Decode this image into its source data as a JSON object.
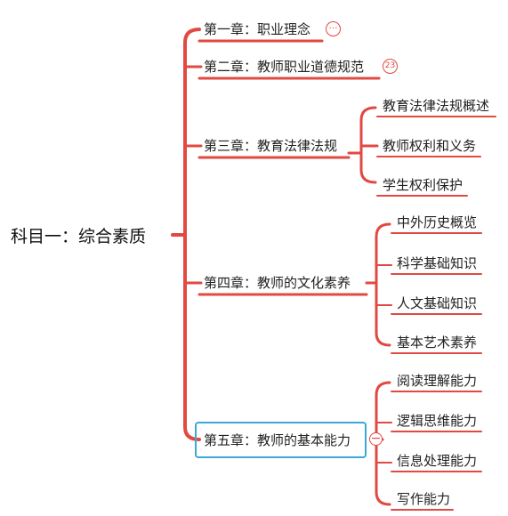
{
  "root": {
    "label": "科目一：综合素质"
  },
  "chapters": [
    {
      "label": "第一章：职业理念",
      "control": "…"
    },
    {
      "label": "第二章：教师职业道德规范",
      "control": "23"
    },
    {
      "label": "第三章：教育法律法规",
      "children": [
        "教育法律法规概述",
        "教师权利和义务",
        "学生权利保护"
      ]
    },
    {
      "label": "第四章：教师的文化素养",
      "children": [
        "中外历史概览",
        "科学基础知识",
        "人文基础知识",
        "基本艺术素养"
      ]
    },
    {
      "label": "第五章：教师的基本能力",
      "selected": true,
      "control": "−",
      "children": [
        "阅读理解能力",
        "逻辑思维能力",
        "信息处理能力",
        "写作能力"
      ]
    }
  ],
  "colors": {
    "branch": "#e04a42",
    "selection": "#3aa9d6",
    "text": "#222222"
  }
}
